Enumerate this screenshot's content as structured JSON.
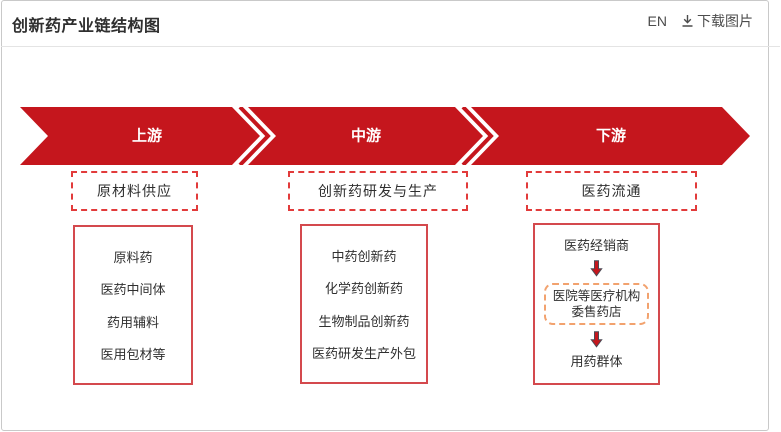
{
  "header": {
    "title": "创新药产业链结构图",
    "lang_button": "EN",
    "download_button": "下载图片"
  },
  "colors": {
    "primary_red": "#C5161D",
    "solid_box_border": "#D4494D",
    "dashed_red_border": "#E23B3B",
    "dashed_orange_border": "#F2A26E",
    "text_dark": "#2F2F2F"
  },
  "chain": {
    "stages": [
      {
        "label": "上游",
        "category": "原材料供应",
        "items": [
          "原料药",
          "医药中间体",
          "药用辅料",
          "医用包材等"
        ]
      },
      {
        "label": "中游",
        "category": "创新药研发与生产",
        "items": [
          "中药创新药",
          "化学药创新药",
          "生物制品创新药",
          "医药研发生产外包"
        ]
      },
      {
        "label": "下游",
        "category": "医药流通",
        "flow": {
          "node1": "医药经销商",
          "node2_line1": "医院等医疗机构",
          "node2_line2": "委售药店",
          "node3": "用药群体"
        }
      }
    ]
  }
}
